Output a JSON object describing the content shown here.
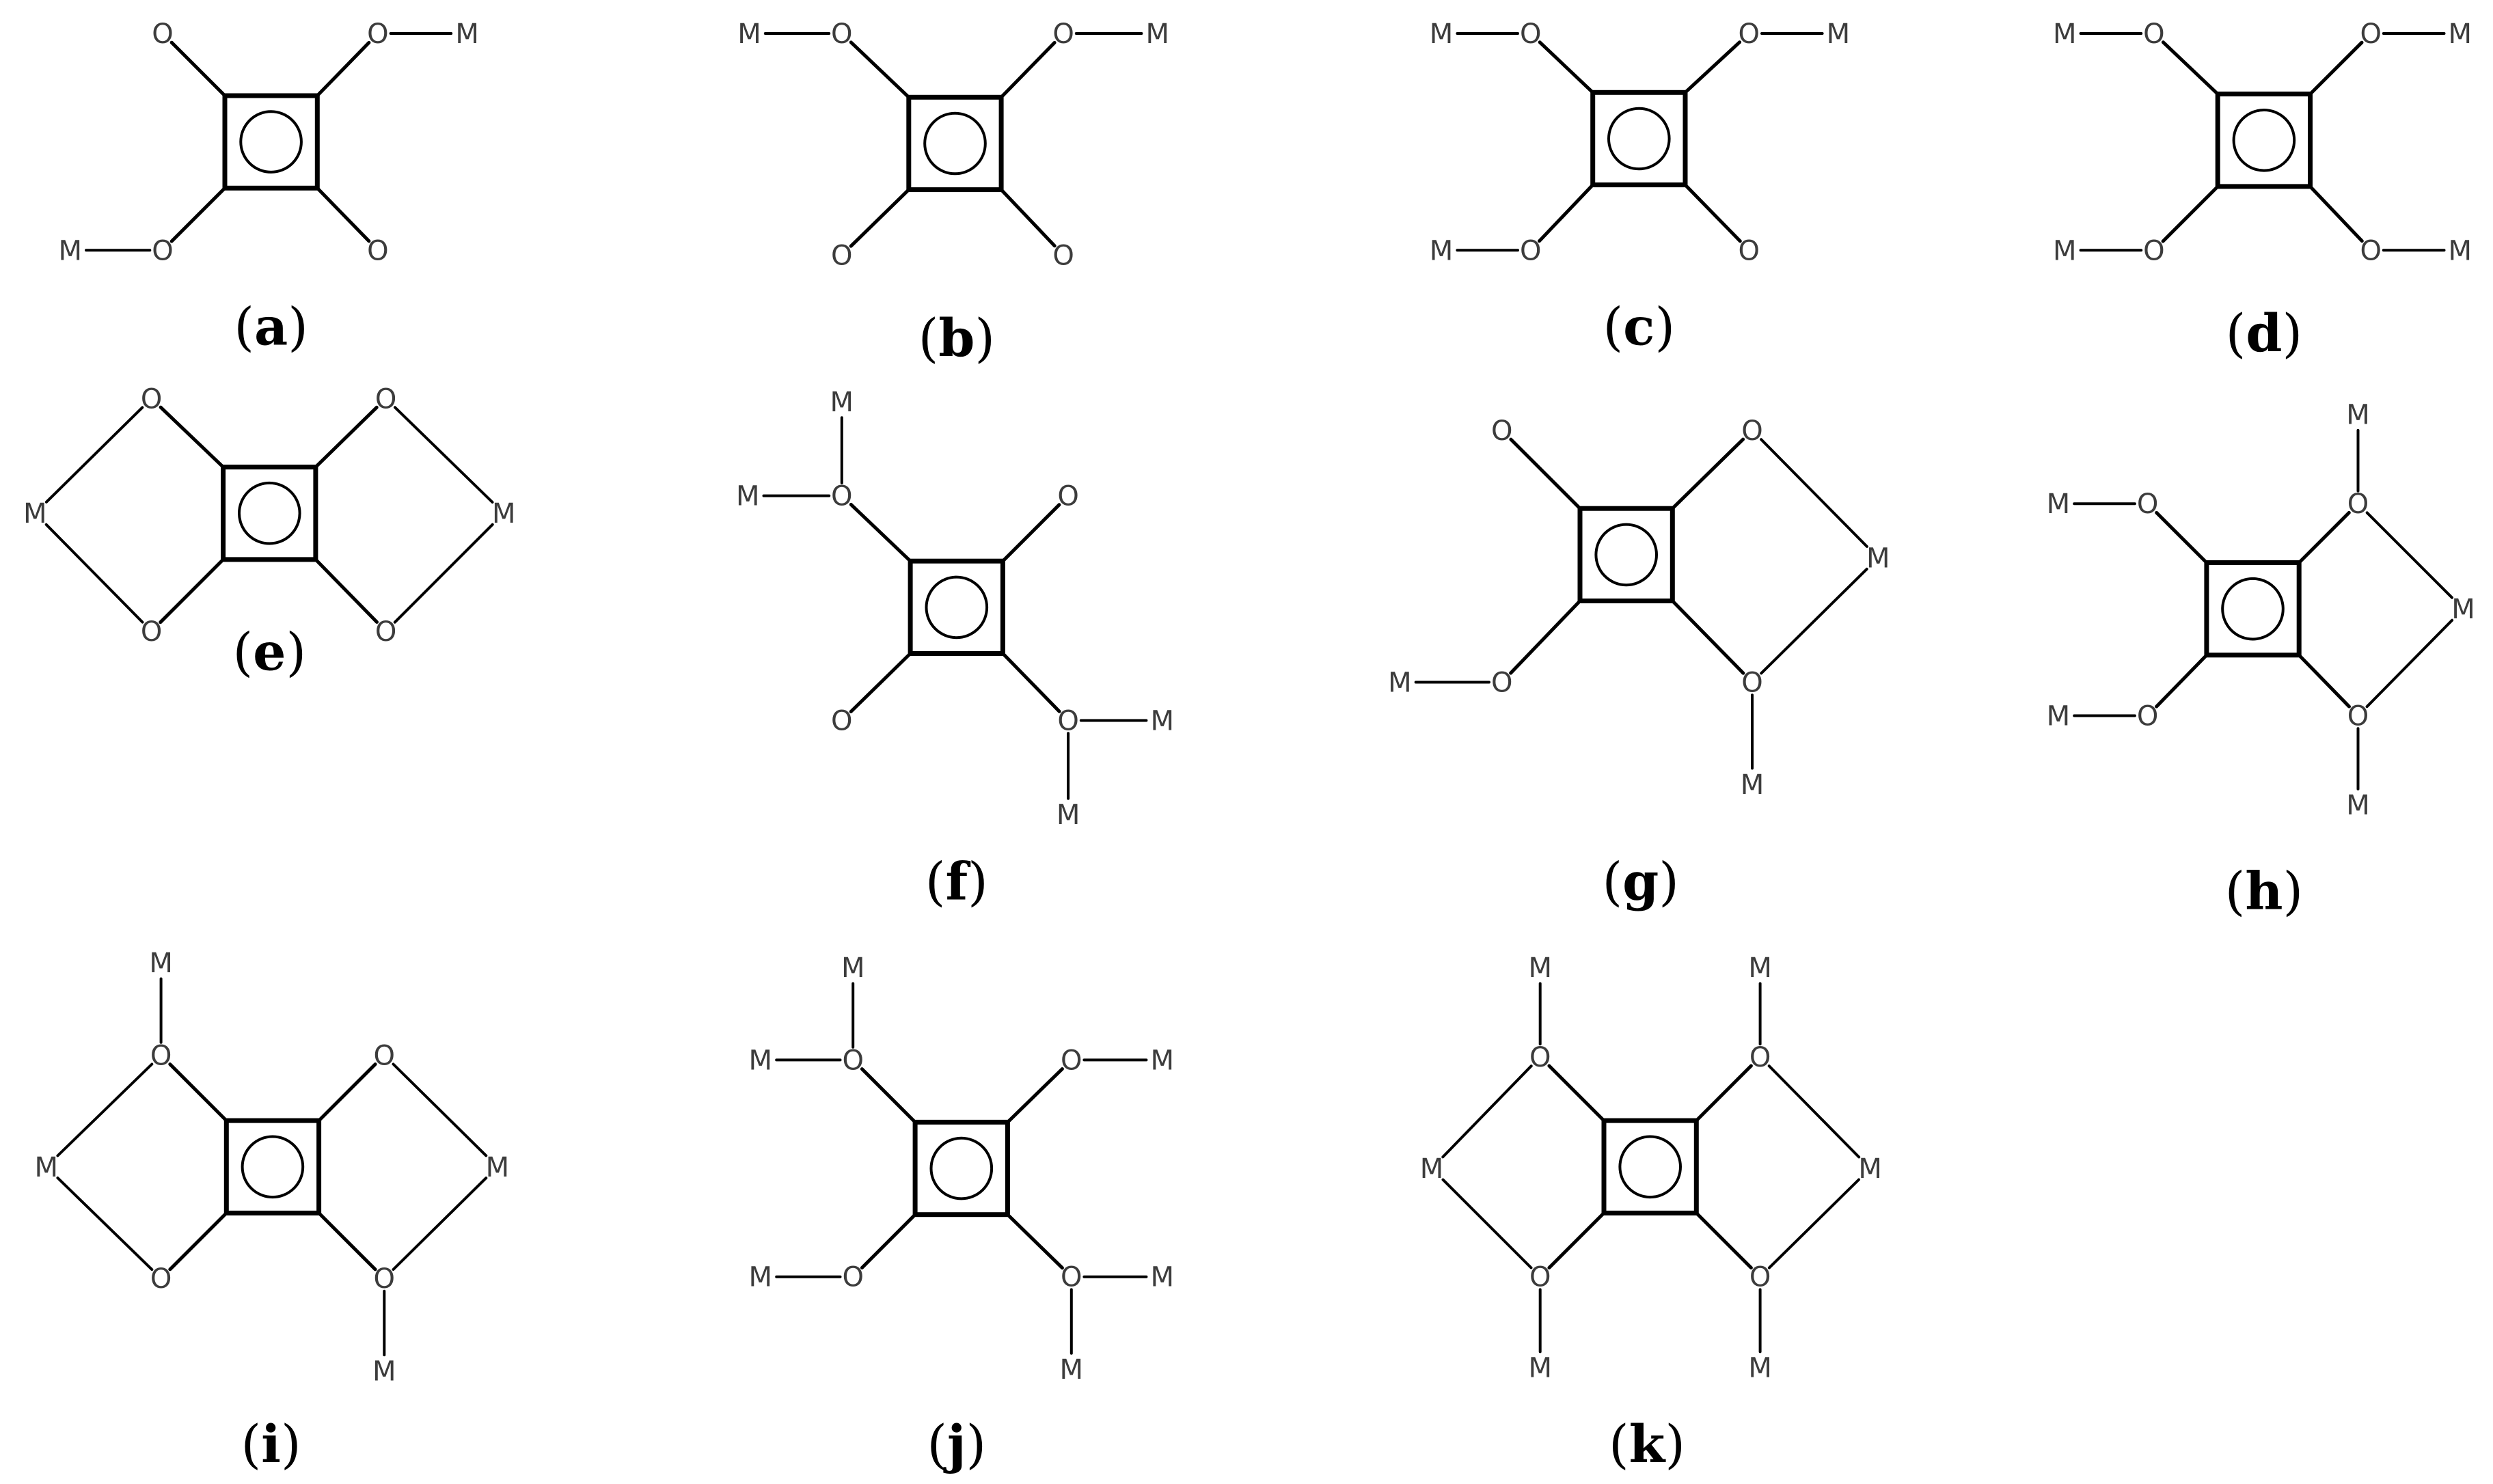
{
  "atom_labels": {
    "oxygen": "O",
    "metal": "M"
  },
  "colors": {
    "background": "#ffffff",
    "bond": "#000000",
    "atom_text": "#3c3c3c",
    "caption_text": "#000000"
  },
  "panels": [
    {
      "id": "a",
      "label": "a",
      "ring": "squarate-ring",
      "oxygen_coordination": [
        {
          "position": "top-left",
          "metals": []
        },
        {
          "position": "top-right",
          "metals": [
            "M"
          ]
        },
        {
          "position": "bottom-left",
          "metals": [
            "M"
          ]
        },
        {
          "position": "bottom-right",
          "metals": []
        }
      ],
      "bridging_metals": []
    },
    {
      "id": "b",
      "label": "b",
      "ring": "squarate-ring",
      "oxygen_coordination": [
        {
          "position": "top-left",
          "metals": [
            "M"
          ]
        },
        {
          "position": "top-right",
          "metals": [
            "M"
          ]
        },
        {
          "position": "bottom-left",
          "metals": []
        },
        {
          "position": "bottom-right",
          "metals": []
        }
      ],
      "bridging_metals": []
    },
    {
      "id": "c",
      "label": "c",
      "ring": "squarate-ring",
      "oxygen_coordination": [
        {
          "position": "top-left",
          "metals": [
            "M"
          ]
        },
        {
          "position": "top-right",
          "metals": [
            "M"
          ]
        },
        {
          "position": "bottom-left",
          "metals": [
            "M"
          ]
        },
        {
          "position": "bottom-right",
          "metals": []
        }
      ],
      "bridging_metals": []
    },
    {
      "id": "d",
      "label": "d",
      "ring": "squarate-ring",
      "oxygen_coordination": [
        {
          "position": "top-left",
          "metals": [
            "M"
          ]
        },
        {
          "position": "top-right",
          "metals": [
            "M"
          ]
        },
        {
          "position": "bottom-left",
          "metals": [
            "M"
          ]
        },
        {
          "position": "bottom-right",
          "metals": [
            "M"
          ]
        }
      ],
      "bridging_metals": []
    },
    {
      "id": "e",
      "label": "e",
      "ring": "squarate-ring",
      "oxygen_coordination": [
        {
          "position": "top-left",
          "metals": []
        },
        {
          "position": "top-right",
          "metals": []
        },
        {
          "position": "bottom-left",
          "metals": []
        },
        {
          "position": "bottom-right",
          "metals": []
        }
      ],
      "bridging_metals": [
        "left",
        "right"
      ]
    },
    {
      "id": "f",
      "label": "f",
      "ring": "squarate-ring",
      "oxygen_coordination": [
        {
          "position": "top-left",
          "metals": [
            "M",
            "M"
          ]
        },
        {
          "position": "top-right",
          "metals": []
        },
        {
          "position": "bottom-left",
          "metals": []
        },
        {
          "position": "bottom-right",
          "metals": [
            "M",
            "M"
          ]
        }
      ],
      "bridging_metals": []
    },
    {
      "id": "g",
      "label": "g",
      "ring": "squarate-ring",
      "oxygen_coordination": [
        {
          "position": "top-left",
          "metals": []
        },
        {
          "position": "top-right",
          "metals": []
        },
        {
          "position": "bottom-left",
          "metals": [
            "M"
          ]
        },
        {
          "position": "bottom-right",
          "metals": [
            "M"
          ]
        }
      ],
      "bridging_metals": [
        "right"
      ]
    },
    {
      "id": "h",
      "label": "h",
      "ring": "squarate-ring",
      "oxygen_coordination": [
        {
          "position": "top-left",
          "metals": [
            "M"
          ]
        },
        {
          "position": "top-right",
          "metals": [
            "M"
          ]
        },
        {
          "position": "bottom-left",
          "metals": [
            "M"
          ]
        },
        {
          "position": "bottom-right",
          "metals": [
            "M"
          ]
        }
      ],
      "bridging_metals": [
        "right"
      ]
    },
    {
      "id": "i",
      "label": "i",
      "ring": "squarate-ring",
      "oxygen_coordination": [
        {
          "position": "top-left",
          "metals": [
            "M"
          ]
        },
        {
          "position": "top-right",
          "metals": []
        },
        {
          "position": "bottom-left",
          "metals": []
        },
        {
          "position": "bottom-right",
          "metals": [
            "M"
          ]
        }
      ],
      "bridging_metals": [
        "left",
        "right"
      ]
    },
    {
      "id": "j",
      "label": "j",
      "ring": "squarate-ring",
      "oxygen_coordination": [
        {
          "position": "top-left",
          "metals": [
            "M",
            "M"
          ]
        },
        {
          "position": "top-right",
          "metals": [
            "M"
          ]
        },
        {
          "position": "bottom-left",
          "metals": [
            "M"
          ]
        },
        {
          "position": "bottom-right",
          "metals": [
            "M",
            "M"
          ]
        }
      ],
      "bridging_metals": []
    },
    {
      "id": "k",
      "label": "k",
      "ring": "squarate-ring",
      "oxygen_coordination": [
        {
          "position": "top-left",
          "metals": [
            "M"
          ]
        },
        {
          "position": "top-right",
          "metals": [
            "M"
          ]
        },
        {
          "position": "bottom-left",
          "metals": [
            "M"
          ]
        },
        {
          "position": "bottom-right",
          "metals": [
            "M"
          ]
        }
      ],
      "bridging_metals": [
        "left",
        "right"
      ]
    }
  ]
}
